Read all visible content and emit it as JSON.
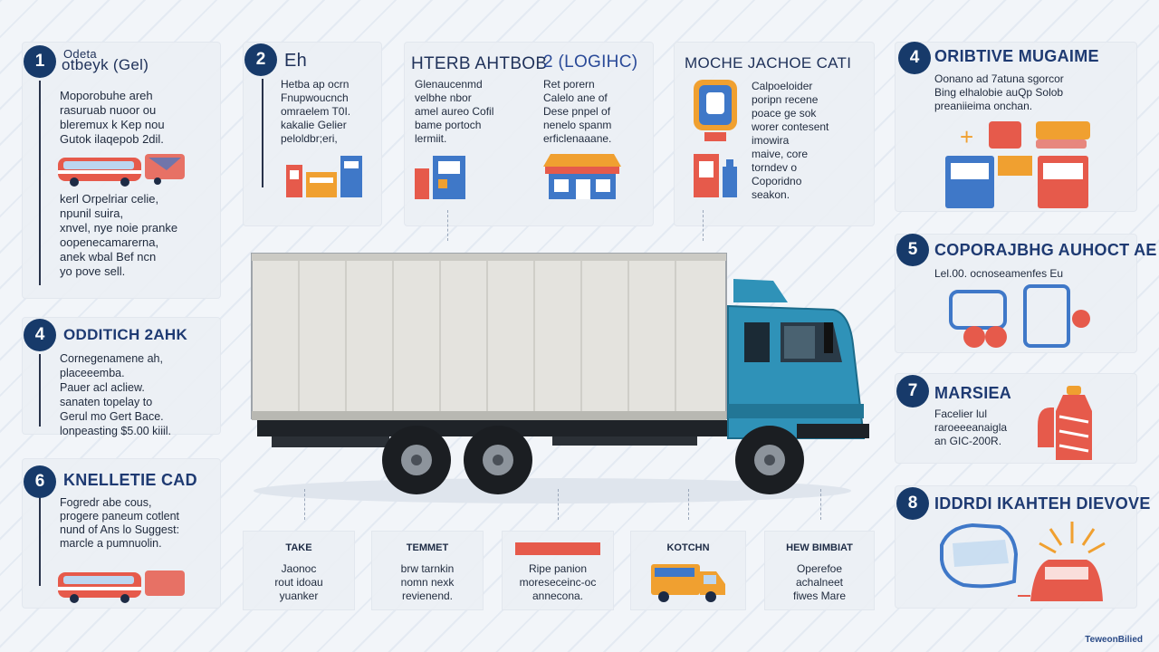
{
  "cards": {
    "c1": {
      "number": "1",
      "title_top": "Odeta",
      "title_bottom": "otbeyk (Gel)",
      "body": "Moporobuhe areh\nrasuruab nuoor ou\nbleremux k Kep nou\nGutok ilaqepob 2dil.",
      "body2": "kerl Orpelriar celie,\nnpunil suira,\nxnvel, nye noie pranke\noopenecamarerna,\nanek wbal Bef ncn\nyo pove sell."
    },
    "c2": {
      "number": "2",
      "title": "Eh",
      "body": "Hetba ap ocrn\nFnupwoucnch\nomraelem T0I.\nkakalie Gelier\npeloldbr;eri,"
    },
    "c3": {
      "title_a": "HTERB AHTBOB",
      "title_b": "2 (LOGIHC)",
      "body_left": "Glenaucenmd\nvelbhe nbor\namel aureo Cofil\nbame portoch\nlermiit.",
      "body_right": "Ret porern\nCalelo ane of\nDese pnpel of\nnenelo spanm\nerficlenaaane."
    },
    "c4": {
      "title": "MOCHE JACHOE CATI",
      "body": "Calpoeloider\nporipn recene\npoace ge sok\nworer contesent\nimowira\nmaive, core\ntorndev o\nCoporidno\nseakon."
    },
    "c4r": {
      "number": "4",
      "title": "ORIBTIVE MUGAIME",
      "body": "Oonano ad 7atuna sgorcor\nBing elhalobie auQp Solob\npreaniieima onchan."
    },
    "c5": {
      "number": "5",
      "title": "COPORAJBHG AUHOCT AE",
      "body": "Lel.00. ocnoseamenfes Eu"
    },
    "c4l": {
      "number": "4",
      "title": "ODDITICH 2AHK",
      "body": "Cornegenamene ah,\nplaceeemba.\nPauer acl acliew.\nsanaten topelay to\nGerul mo Gert Bace.\nlonpeasting $5.00 kiiil."
    },
    "c7": {
      "number": "7",
      "title": "MARSIEA",
      "body": "Facelier lul\nraroeeeanaigla\nan GIC-200R."
    },
    "c6": {
      "number": "6",
      "title": "KNELLETIE CAD",
      "body": "Fogredr abe cous,\nprogere paneum cotlent\nnund of Ans lo Suggest:\nmarcle a pumnuolin."
    },
    "c8": {
      "number": "8",
      "title": "IDDRDI IKAHTEH DIEVOVE"
    }
  },
  "bottom": [
    {
      "title": "TAKE",
      "body": "Jaonoc\nrout idoau\nyuanker"
    },
    {
      "title": "TEMMET",
      "body": "brw tarnkin\nnomn nexk\nrevienend."
    },
    {
      "title": "",
      "body": "Ripe panion\nmoreseceinc-oc\nannecona."
    },
    {
      "title": "KOTCHN",
      "body": ""
    },
    {
      "title": "HEW BIMBIAT",
      "body": "Operefoe\nachalneet\nfiwes Mare"
    }
  ],
  "watermark": "TeweonBilied",
  "colors": {
    "navy": "#173a6a",
    "accent_red": "#e65a4b",
    "accent_blue": "#3f78c8",
    "truck_cab": "#2f92b8",
    "orange": "#f0a030"
  }
}
